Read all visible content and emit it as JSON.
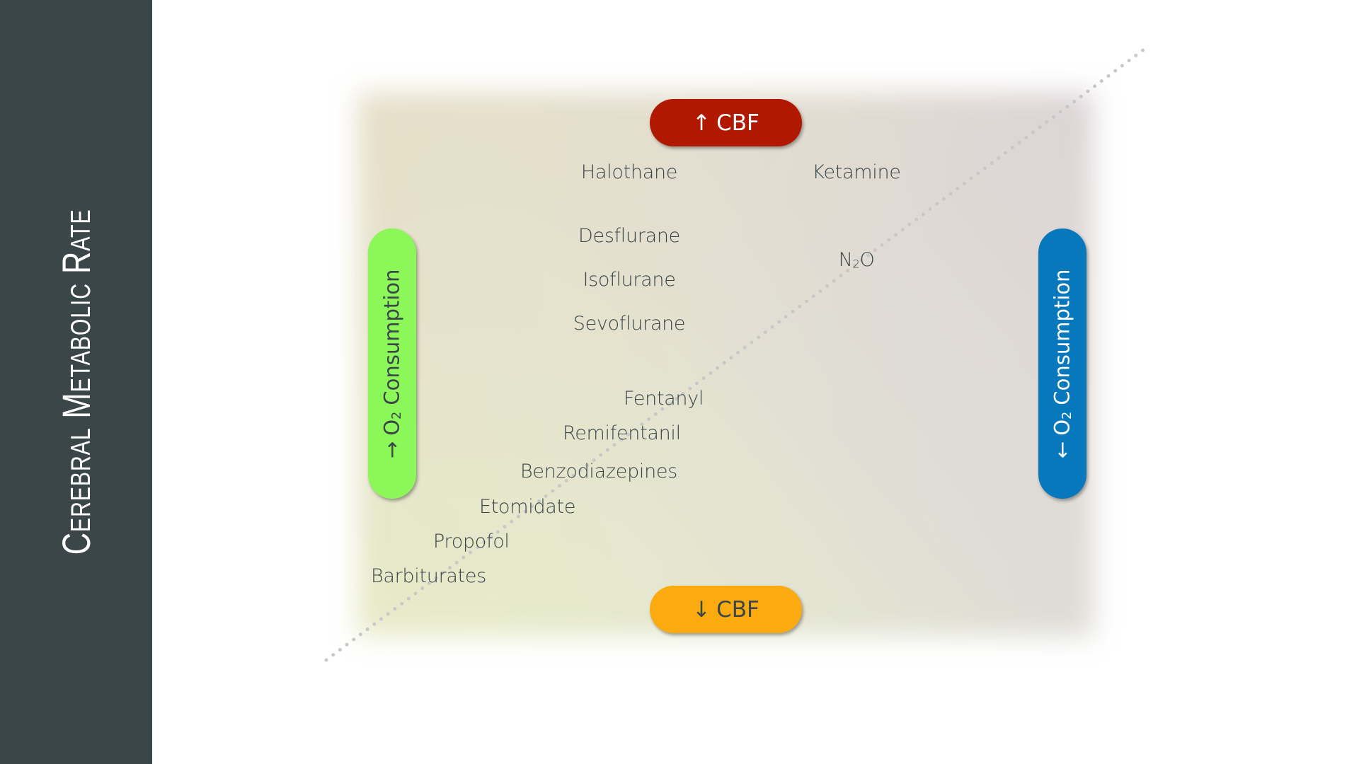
{
  "sidebar": {
    "title": "Cerebral Metabolic Rate"
  },
  "axes": {
    "top_label": {
      "arrow": "↑",
      "text": "CBF"
    },
    "bottom_label": {
      "arrow": "↓",
      "text": "CBF"
    },
    "left_label": {
      "arrow": "→",
      "prefix": "O",
      "subscript": "2",
      "suffix": " Consumption"
    },
    "right_label": {
      "arrow": "←",
      "prefix": "O",
      "subscript": "2",
      "suffix": " Consumption"
    }
  },
  "colors": {
    "sidebar": "#3a4648",
    "cbf_up": "#b01800",
    "cbf_down": "#fbab10",
    "o2_down": "#8cf759",
    "o2_up": "#0778bc",
    "text": "#3a4648"
  },
  "quadrants": {
    "upper_left": [
      "Halothane",
      "Desflurane",
      "Isoflurane",
      "Sevoflurane"
    ],
    "upper_right": {
      "ketamine": "Ketamine",
      "n2o": {
        "prefix": "N",
        "subscript": "2",
        "suffix": "O"
      }
    },
    "lower_left": [
      "Fentanyl",
      "Remifentanil",
      "Benzodiazepines",
      "Etomidate",
      "Propofol",
      "Barbiturates"
    ]
  }
}
